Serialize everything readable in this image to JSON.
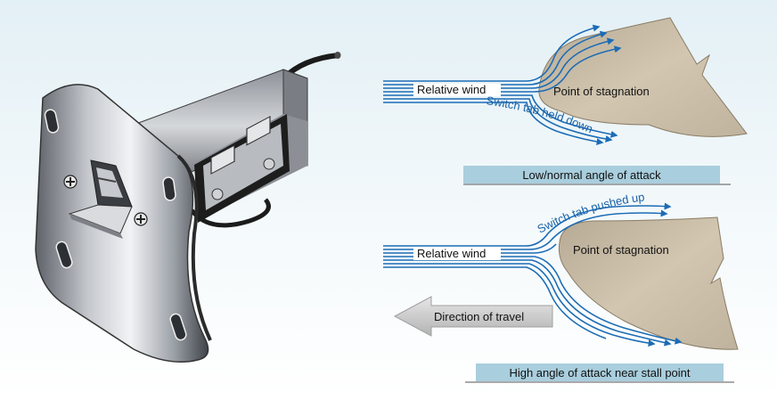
{
  "colors": {
    "background_top": "#e8f3f7",
    "background_bottom": "#ffffff",
    "airfoil": "#c9bca5",
    "airflow_line": "#1c6cb5",
    "caption_band": "#a9cedd",
    "arrow_fill": "#cfcfcf",
    "plate_metal": "#9aa0a8"
  },
  "diagrams": {
    "low_aoa": {
      "relative_wind": "Relative wind",
      "stagnation": "Point of stagnation",
      "tab_label": "Switch tab held down",
      "caption": "Low/normal angle of attack"
    },
    "high_aoa": {
      "relative_wind": "Relative wind",
      "stagnation": "Point of stagnation",
      "tab_label": "Switch tab pushed up",
      "caption": "High angle of attack near stall point"
    },
    "travel": "Direction of travel"
  },
  "icons": [
    "stall-warning-switch-illustration",
    "airfoil-shape",
    "direction-arrow-icon"
  ]
}
